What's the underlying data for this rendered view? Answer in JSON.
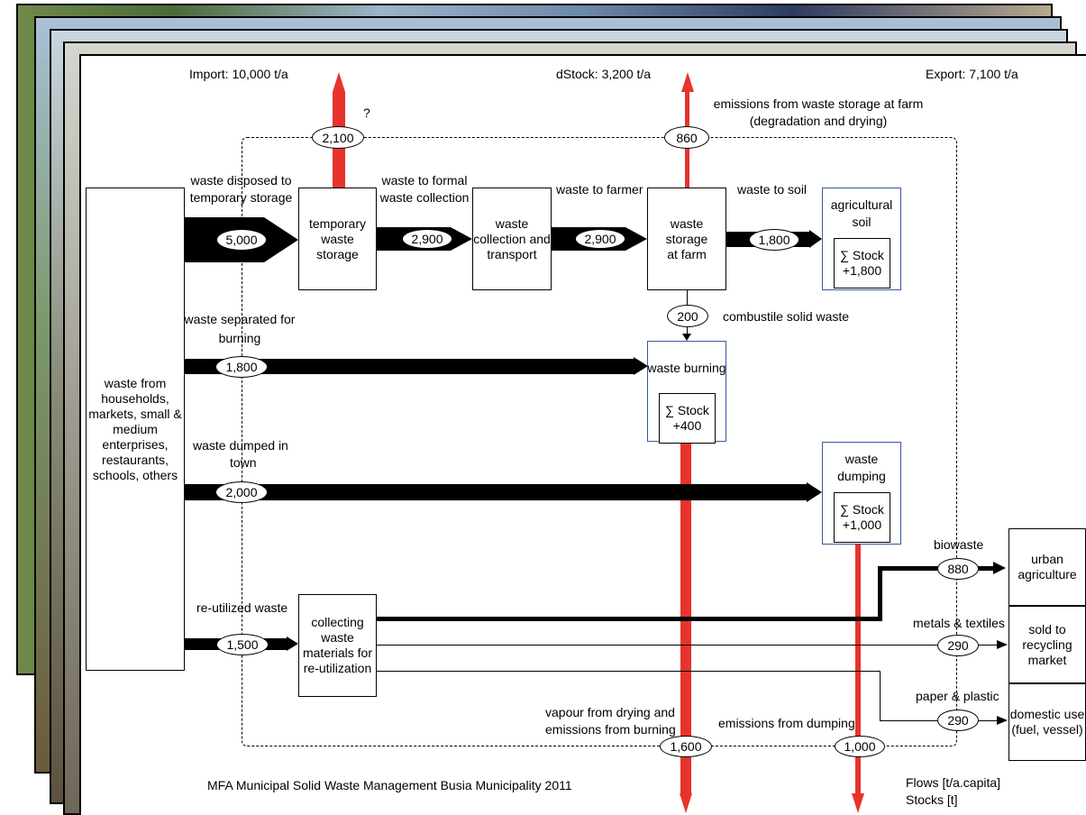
{
  "header": {
    "import": "Import: 10,000 t/a",
    "dstock": "dStock: 3,200 t/a",
    "export": "Export: 7,100 t/a"
  },
  "emissions": {
    "question": "?",
    "farm_line1": "emissions from waste storage at farm",
    "farm_line2": "(degradation and drying)",
    "vapour_line1": "vapour from drying and",
    "vapour_line2": "emissions from burning",
    "dumping": "emissions from dumping"
  },
  "flows": {
    "disposed_line1": "waste disposed to",
    "disposed_line2": "temporary storage",
    "formal_line1": "waste to formal",
    "formal_line2": "waste collection",
    "to_farmer": "waste to farmer",
    "to_soil": "waste to soil",
    "combustile": "combustile solid waste",
    "separated_line1": "waste separated for",
    "separated_line2": "burning",
    "dumped_line1": "waste dumped in",
    "dumped_line2": "town",
    "reutilized": "re-utilized waste",
    "biowaste": "biowaste",
    "metals": "metals & textiles",
    "paper": "paper & plastic"
  },
  "values": {
    "v2100": "2,100",
    "v860": "860",
    "v5000": "5,000",
    "v2900a": "2,900",
    "v2900b": "2,900",
    "v1800soil": "1,800",
    "v200": "200",
    "v1800burn": "1,800",
    "v2000": "2,000",
    "v1500": "1,500",
    "v880": "880",
    "v290a": "290",
    "v290b": "290",
    "v1600": "1,600",
    "v1000": "1,000"
  },
  "processes": {
    "source": [
      "waste from",
      "households,",
      "markets, small &",
      "medium",
      "enterprises,",
      "restaurants,",
      "schools, others"
    ],
    "temp_storage": [
      "temporary",
      "waste storage"
    ],
    "collection": [
      "waste",
      "collection and",
      "transport"
    ],
    "farm_storage": [
      "waste storage",
      "at farm"
    ],
    "agri_soil": [
      "agricultural",
      "soil"
    ],
    "burning": "waste burning",
    "dumping": [
      "waste",
      "dumping"
    ],
    "collecting": [
      "collecting",
      "waste",
      "materials for",
      "re-utilization"
    ],
    "urban_agri": [
      "urban",
      "agriculture"
    ],
    "recycling": [
      "sold to",
      "recycling",
      "market"
    ],
    "domestic": [
      "domestic use",
      "(fuel, vessel)"
    ]
  },
  "stocks": {
    "label": "∑ Stock",
    "soil": "+1,800",
    "burning": "+400",
    "dumping": "+1,000"
  },
  "footer": {
    "title": "MFA Municipal Solid Waste Management Busia Municipality 2011",
    "legend_flows": "Flows  [t/a.capita]",
    "legend_stocks": "Stocks [t]"
  },
  "colors": {
    "flow": "#000000",
    "emission": "#e8332c",
    "process_border_blue": "#3a57a6"
  }
}
